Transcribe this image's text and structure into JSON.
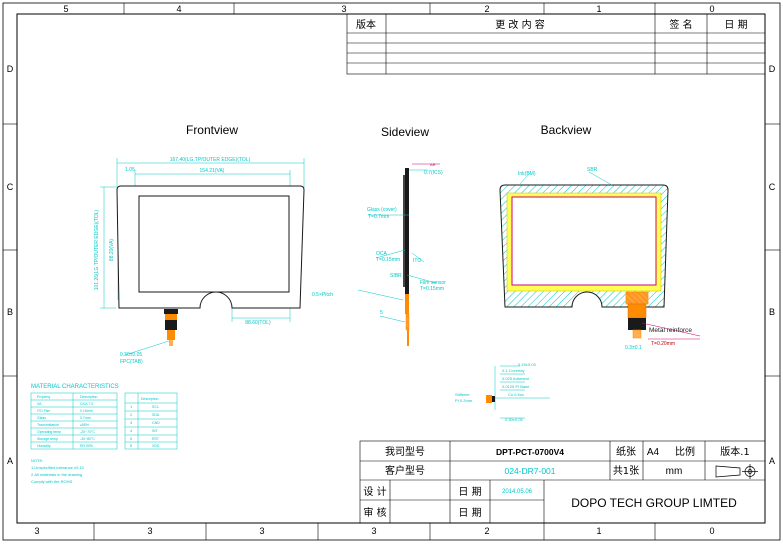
{
  "frame": {
    "top_zones": [
      "5",
      "4",
      "3",
      "2",
      "1",
      "0"
    ],
    "bottom_zones": [
      "3",
      "3",
      "3",
      "3",
      "2",
      "1",
      "0"
    ],
    "side_zones": [
      "D",
      "C",
      "B",
      "A"
    ]
  },
  "revision_block": {
    "version_header": "版本",
    "change_header": "更 改 内 容",
    "sign_header": "签 名",
    "date_header": "日 期"
  },
  "views": {
    "front_title": "Frontview",
    "side_title": "Sideview",
    "back_title": "Backview"
  },
  "backview": {
    "callout_label": "Metal reinforce",
    "callout_sub": "T=0.20mm"
  },
  "material_table": {
    "title": "MATERIAL CHARACTERISTICS",
    "pin_numbers": [
      "1",
      "2",
      "3",
      "4",
      "5",
      "6"
    ]
  },
  "title_block": {
    "company_model_label": "我司型号",
    "company_model_value": "DPT-PCT-0700V4",
    "paper_label": "纸张",
    "paper_value": "A4",
    "scale_label": "比例",
    "version_label": "版本.1",
    "customer_model_label": "客户型号",
    "customer_model_value": "024-DR7-001",
    "sheets_label": "共1张",
    "unit_value": "mm",
    "design_label": "设 计",
    "review_label": "审 核",
    "date_label": "日 期",
    "date_value": "2014.05.06",
    "company_name": "DOPO TECH GROUP LIMTED"
  },
  "colors": {
    "frame": "#000000",
    "dimension": "#00c8c8",
    "ink": "#1a1a1a",
    "fpc": "#ff8c00",
    "frame_yellow": "#ffff55",
    "active_area": "#d40070",
    "reinforce": "#c00000"
  }
}
